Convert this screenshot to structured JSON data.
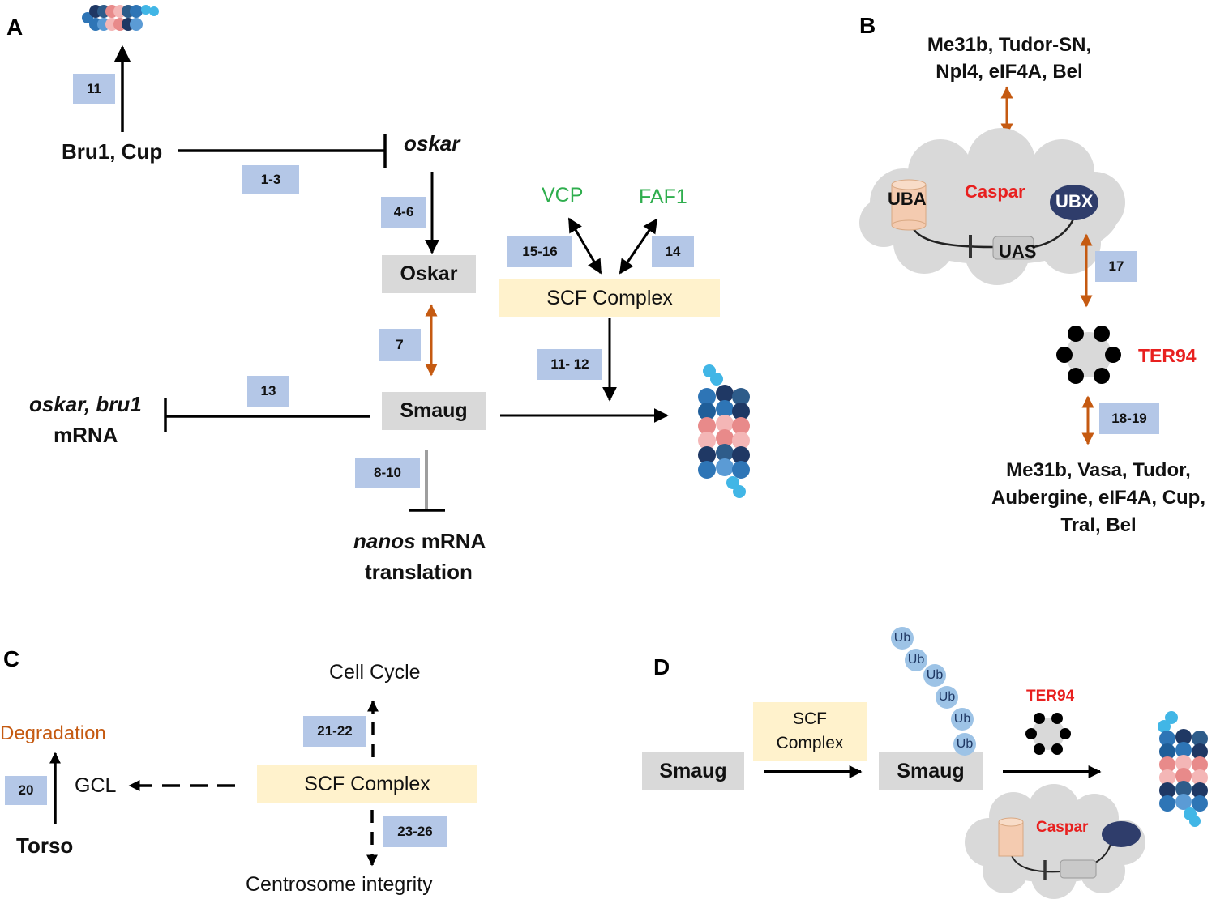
{
  "panels": {
    "a": "A",
    "b": "B",
    "c": "C",
    "d": "D"
  },
  "panel_a": {
    "bru1_cup": "Bru1, Cup",
    "oskar_gene": "oskar",
    "oskar_protein": "Oskar",
    "smaug": "Smaug",
    "scf_complex": "SCF Complex",
    "vcp": "VCP",
    "faf1": "FAF1",
    "mrna_italic": "oskar, bru1",
    "mrna_label": "mRNA",
    "nanos_italic": "nanos",
    "nanos_rest": " mRNA",
    "translation": "translation",
    "refs": {
      "r11_top": "11",
      "r1_3": "1-3",
      "r4_6": "4-6",
      "r7": "7",
      "r13": "13",
      "r8_10": "8-10",
      "r15_16": "15-16",
      "r14": "14",
      "r11_12": "11- 12"
    }
  },
  "panel_b": {
    "partners_top_line1": "Me31b, Tudor-SN,",
    "partners_top_line2": "Npl4, eIF4A, Bel",
    "caspar": "Caspar",
    "uba": "UBA",
    "ubx": "UBX",
    "uas": "UAS",
    "ter94": "TER94",
    "partners_bottom_line1": "Me31b, Vasa, Tudor,",
    "partners_bottom_line2": "Aubergine, eIF4A, Cup,",
    "partners_bottom_line3": "Tral, Bel",
    "refs": {
      "r17": "17",
      "r18_19": "18-19"
    }
  },
  "panel_c": {
    "cell_cycle": "Cell Cycle",
    "degradation": "Degradation",
    "gcl": "GCL",
    "scf_complex": "SCF Complex",
    "torso": "Torso",
    "centrosome": "Centrosome integrity",
    "refs": {
      "r21_22": "21-22",
      "r20": "20",
      "r23_26": "23-26"
    }
  },
  "panel_d": {
    "smaug_left": "Smaug",
    "scf_line1": "SCF",
    "scf_line2": "Complex",
    "smaug_right": "Smaug",
    "ter94": "TER94",
    "caspar": "Caspar",
    "ub_tags": [
      "Ub",
      "Ub",
      "Ub",
      "Ub",
      "Ub",
      "Ub"
    ]
  },
  "colors": {
    "ref_box": "#b4c7e7",
    "protein_box": "#d9d9d9",
    "complex_box": "#fff2cc",
    "interaction_arrow": "#c55a11",
    "green_label": "#2fae4e",
    "red_label": "#e8201f",
    "ubiquitin": "#9dc3e6"
  }
}
